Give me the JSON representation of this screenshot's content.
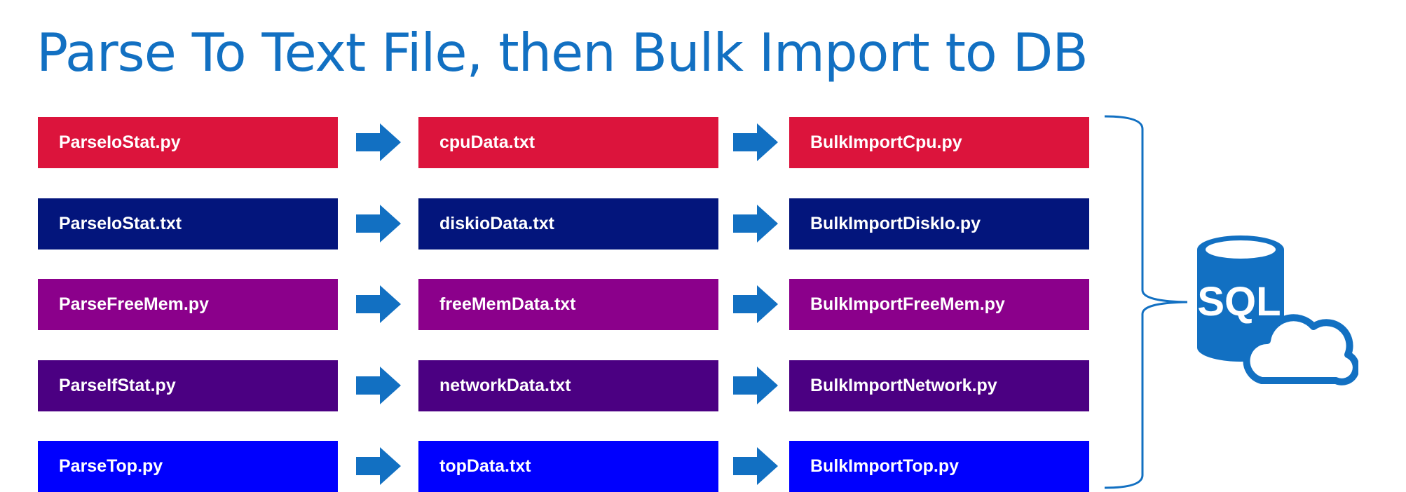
{
  "title": "Parse To Text File, then Bulk Import to DB",
  "colors": {
    "title": "#1270c2",
    "arrow": "#1270c2",
    "icon": "#1270c2",
    "rows": [
      "#dc143c",
      "#03157c",
      "#8b008b",
      "#4b0082",
      "#0000fe"
    ]
  },
  "rows": [
    {
      "parser": "ParseIoStat.py",
      "data_file": "cpuData.txt",
      "importer": "BulkImportCpu.py"
    },
    {
      "parser": "ParseIoStat.txt",
      "data_file": "diskioData.txt",
      "importer": "BulkImportDiskIo.py"
    },
    {
      "parser": "ParseFreeMem.py",
      "data_file": "freeMemData.txt",
      "importer": "BulkImportFreeMem.py"
    },
    {
      "parser": "ParseIfStat.py",
      "data_file": "networkData.txt",
      "importer": "BulkImportNetwork.py"
    },
    {
      "parser": "ParseTop.py",
      "data_file": "topData.txt",
      "importer": "BulkImportTop.py"
    }
  ],
  "database": {
    "label": "SQL",
    "icon": "sql-database-cloud-icon"
  }
}
